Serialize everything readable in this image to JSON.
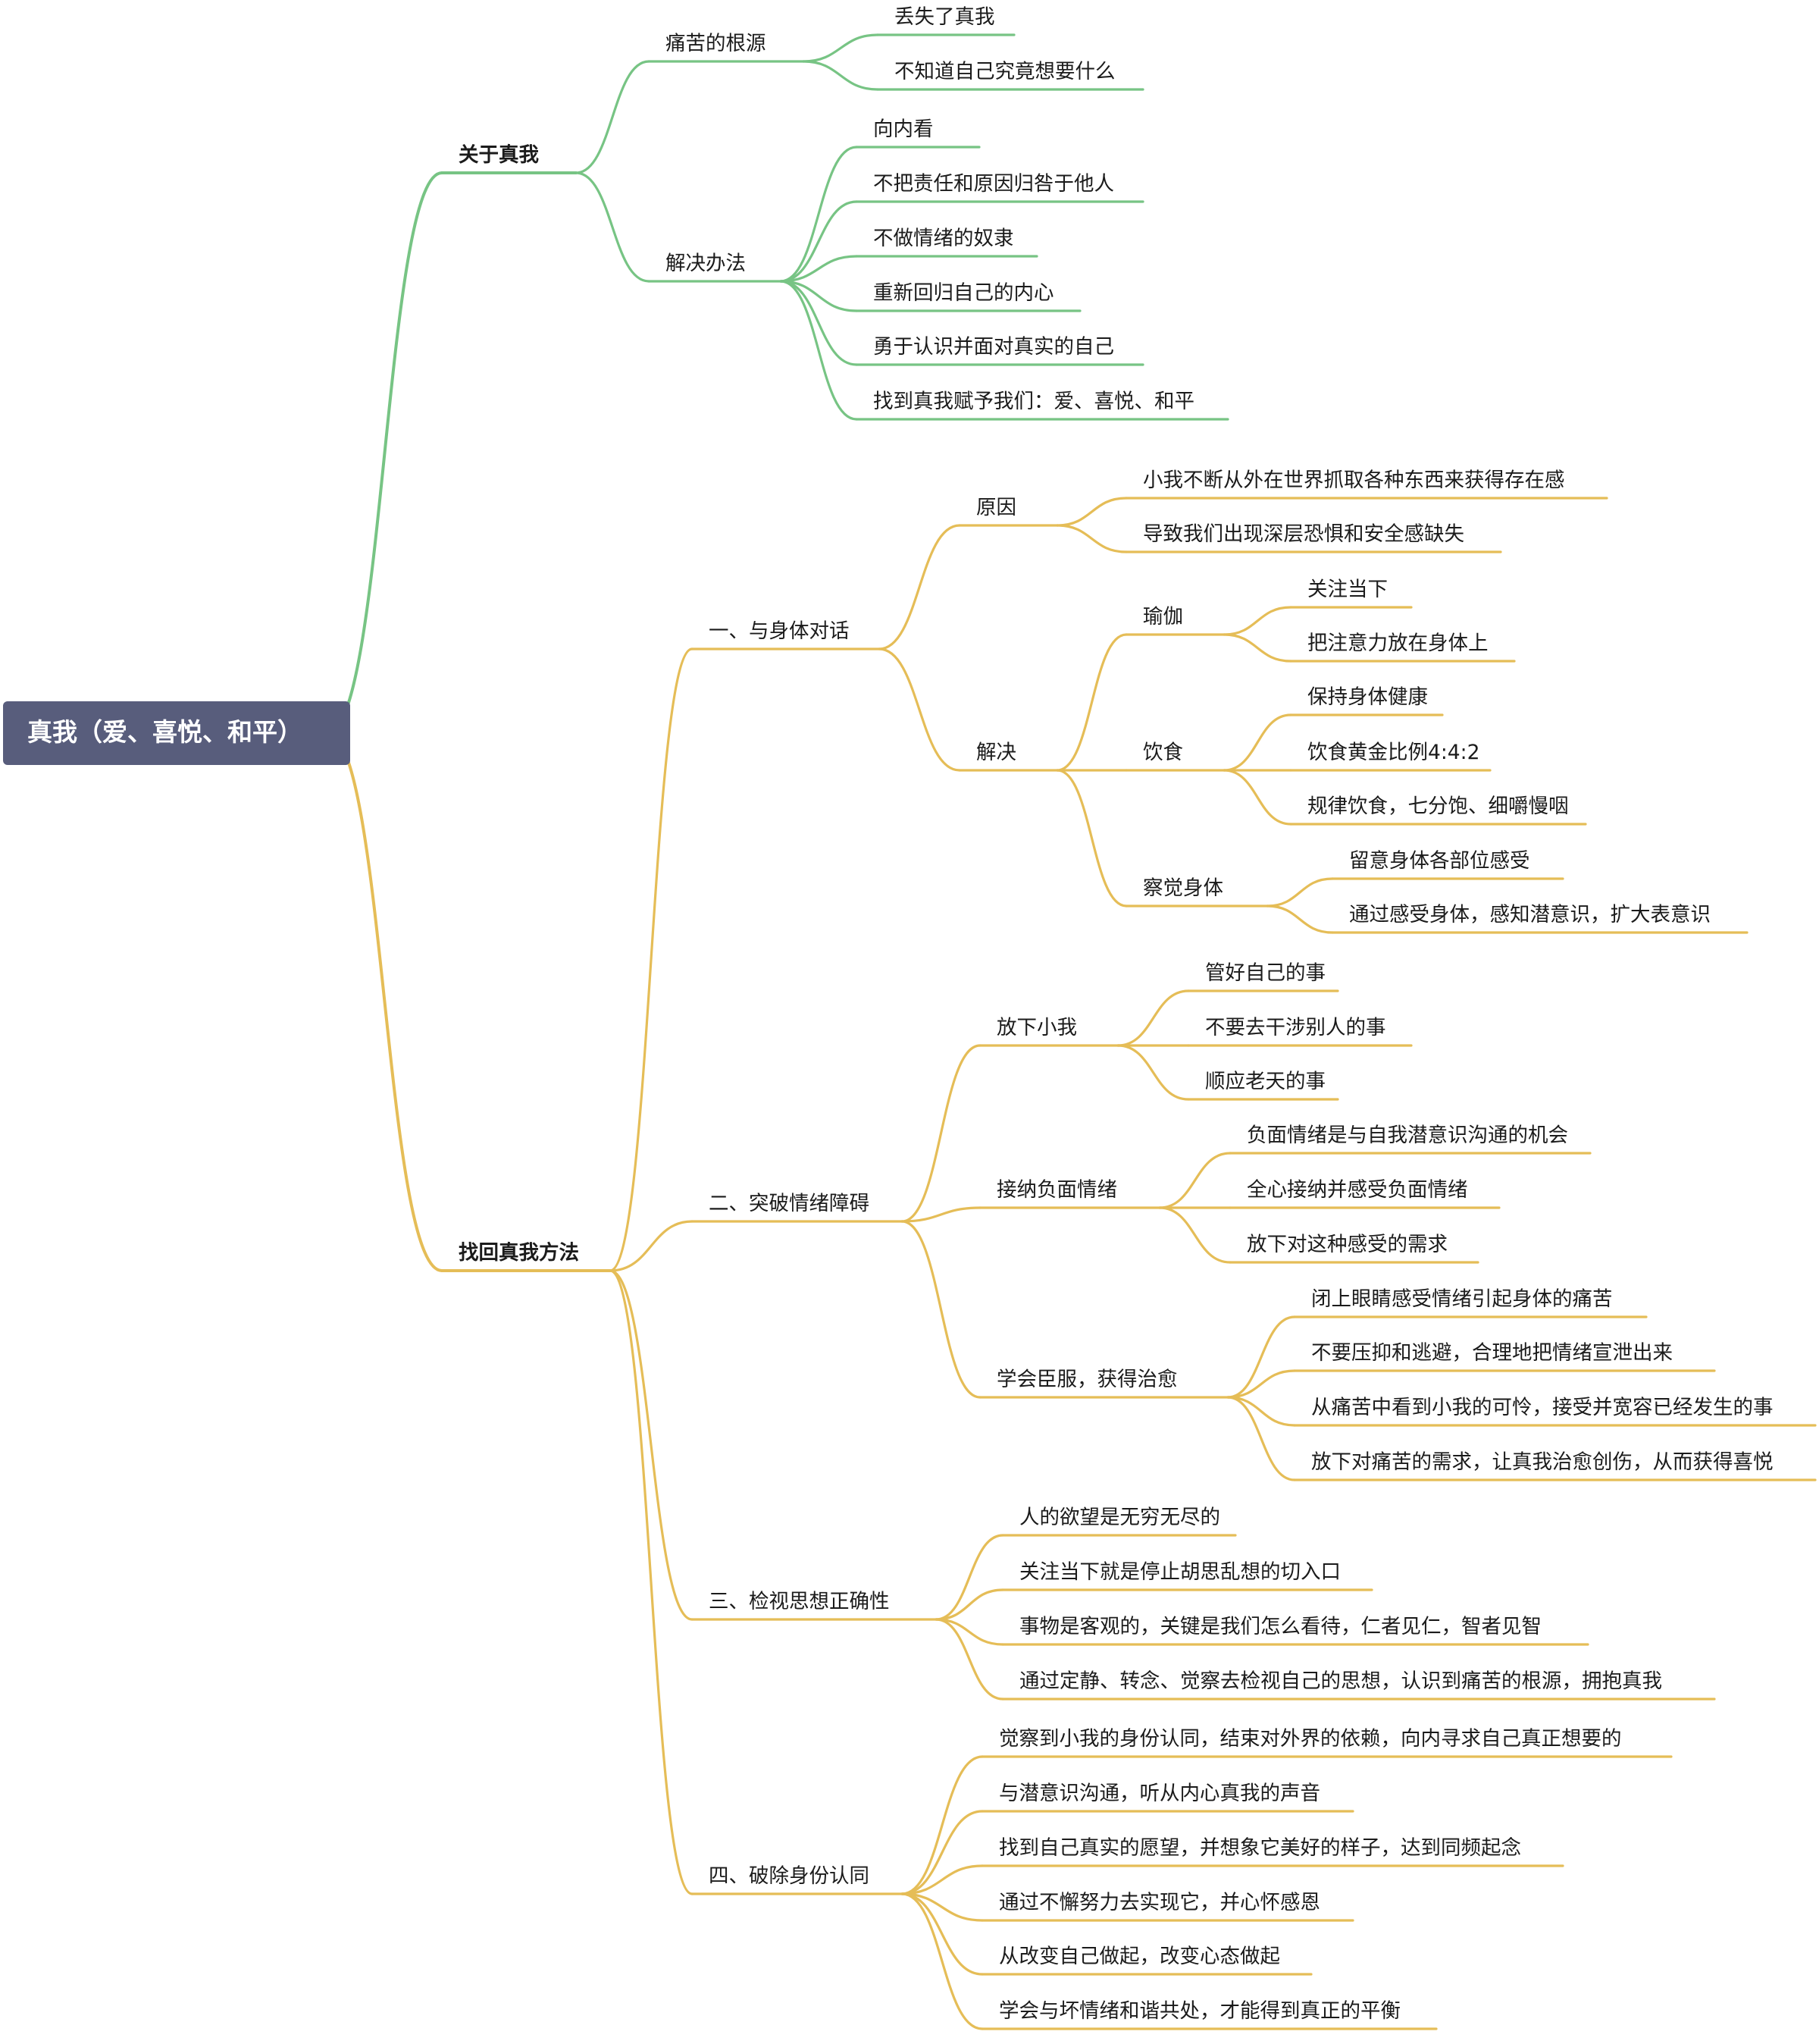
{
  "colors": {
    "root_bg": "#585d7c",
    "root_text": "#ffffff",
    "green": "#77c484",
    "gold": "#e5bd57",
    "text": "#1b1b1b"
  },
  "root": {
    "label": "真我（爱、喜悦、和平）"
  },
  "branches": [
    {
      "label": "关于真我",
      "color": "green",
      "bold": true,
      "children": [
        {
          "label": "痛苦的根源",
          "children": [
            {
              "label": "丢失了真我"
            },
            {
              "label": "不知道自己究竟想要什么"
            }
          ]
        },
        {
          "label": "解决办法",
          "children": [
            {
              "label": "向内看"
            },
            {
              "label": "不把责任和原因归咎于他人"
            },
            {
              "label": "不做情绪的奴隶"
            },
            {
              "label": "重新回归自己的内心"
            },
            {
              "label": "勇于认识并面对真实的自己"
            },
            {
              "label": "找到真我赋予我们：爱、喜悦、和平"
            }
          ]
        }
      ]
    },
    {
      "label": "找回真我方法",
      "color": "gold",
      "bold": true,
      "children": [
        {
          "label": "一、与身体对话",
          "children": [
            {
              "label": "原因",
              "children": [
                {
                  "label": "小我不断从外在世界抓取各种东西来获得存在感"
                },
                {
                  "label": "导致我们出现深层恐惧和安全感缺失"
                }
              ]
            },
            {
              "label": "解决",
              "children": [
                {
                  "label": "瑜伽",
                  "children": [
                    {
                      "label": "关注当下"
                    },
                    {
                      "label": "把注意力放在身体上"
                    }
                  ]
                },
                {
                  "label": "饮食",
                  "children": [
                    {
                      "label": "保持身体健康"
                    },
                    {
                      "label": "饮食黄金比例4:4:2"
                    },
                    {
                      "label": "规律饮食，七分饱、细嚼慢咽"
                    }
                  ]
                },
                {
                  "label": "察觉身体",
                  "children": [
                    {
                      "label": "留意身体各部位感受"
                    },
                    {
                      "label": "通过感受身体，感知潜意识，扩大表意识"
                    }
                  ]
                }
              ]
            }
          ]
        },
        {
          "label": "二、突破情绪障碍",
          "children": [
            {
              "label": "放下小我",
              "children": [
                {
                  "label": "管好自己的事"
                },
                {
                  "label": "不要去干涉别人的事"
                },
                {
                  "label": "顺应老天的事"
                }
              ]
            },
            {
              "label": "接纳负面情绪",
              "children": [
                {
                  "label": "负面情绪是与自我潜意识沟通的机会"
                },
                {
                  "label": "全心接纳并感受负面情绪"
                },
                {
                  "label": "放下对这种感受的需求"
                }
              ]
            },
            {
              "label": "学会臣服，获得治愈",
              "children": [
                {
                  "label": "闭上眼睛感受情绪引起身体的痛苦"
                },
                {
                  "label": "不要压抑和逃避，合理地把情绪宣泄出来"
                },
                {
                  "label": "从痛苦中看到小我的可怜，接受并宽容已经发生的事"
                },
                {
                  "label": "放下对痛苦的需求，让真我治愈创伤，从而获得喜悦"
                }
              ]
            }
          ]
        },
        {
          "label": "三、检视思想正确性",
          "children": [
            {
              "label": "人的欲望是无穷无尽的"
            },
            {
              "label": "关注当下就是停止胡思乱想的切入口"
            },
            {
              "label": "事物是客观的，关键是我们怎么看待，仁者见仁，智者见智"
            },
            {
              "label": "通过定静、转念、觉察去检视自己的思想，认识到痛苦的根源，拥抱真我"
            }
          ]
        },
        {
          "label": "四、破除身份认同",
          "children": [
            {
              "label": "觉察到小我的身份认同，结束对外界的依赖，向内寻求自己真正想要的"
            },
            {
              "label": "与潜意识沟通，听从内心真我的声音"
            },
            {
              "label": "找到自己真实的愿望，并想象它美好的样子，达到同频起念"
            },
            {
              "label": "通过不懈努力去实现它，并心怀感恩"
            },
            {
              "label": "从改变自己做起，改变心态做起"
            },
            {
              "label": "学会与坏情绪和谐共处，才能得到真正的平衡"
            }
          ]
        }
      ]
    }
  ]
}
